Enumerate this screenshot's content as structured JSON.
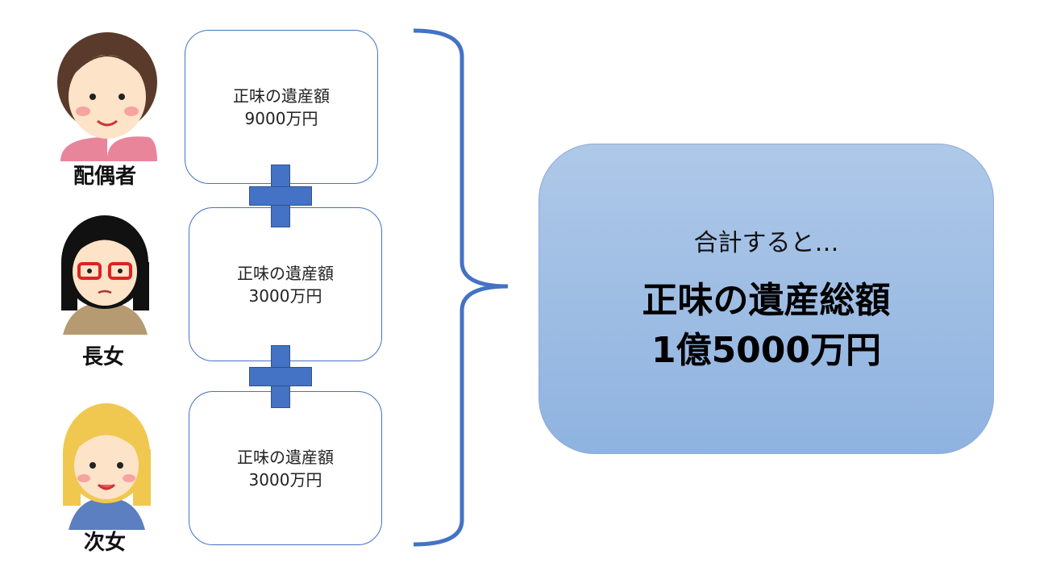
{
  "heirs": [
    {
      "name": "配偶者",
      "line1": "正味の遺産額",
      "line2": "9000万円"
    },
    {
      "name": "長女",
      "line1": "正味の遺産額",
      "line2": "3000万円"
    },
    {
      "name": "次女",
      "line1": "正味の遺産額",
      "line2": "3000万円"
    }
  ],
  "total": {
    "intro": "合計すると…",
    "title": "正味の遺産総額",
    "amount": "1億5000万円"
  },
  "colors": {
    "accent": "#4472c4",
    "total_fill_top": "#aec8e8",
    "total_fill_bottom": "#8fb3e0"
  }
}
